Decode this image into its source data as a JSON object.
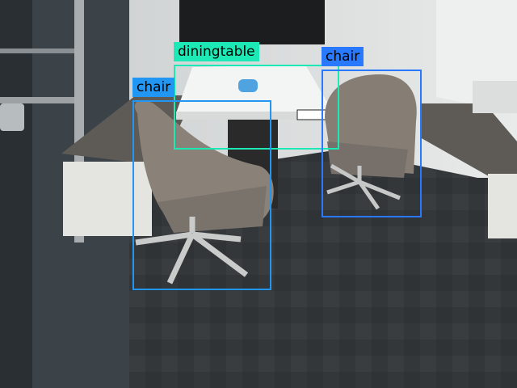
{
  "detections": [
    {
      "label": "diningtable",
      "color": "#1de9b6"
    },
    {
      "label": "chair",
      "color": "#2196f3"
    },
    {
      "label": "chair",
      "color": "#2979ff"
    }
  ]
}
